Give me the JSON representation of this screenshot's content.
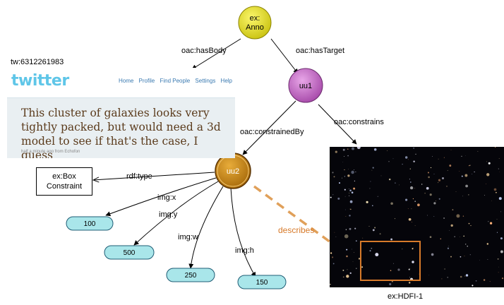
{
  "tweet": {
    "id_label": "tw:6312261983",
    "logo": "twitter",
    "nav": [
      "Home",
      "Profile",
      "Find People",
      "Settings",
      "Help"
    ],
    "text": "This cluster of galaxies looks very tightly packed, but would need a 3d model to see if that's the case, I guess",
    "meta": "half a minute ago from Echofon"
  },
  "nodes": {
    "anno": "ex:\nAnno",
    "uu1": "uu1",
    "uu2": "uu2",
    "box_constraint": "ex:Box\nConstraint",
    "x_value": "100",
    "y_value": "500",
    "w_value": "250",
    "h_value": "150"
  },
  "edges": {
    "has_body": "oac:hasBody",
    "has_target": "oac:hasTarget",
    "constrained_by": "oac:constrainedBy",
    "constrains": "oac:constrains",
    "rdf_type": "rdf:type",
    "img_x": "img:x",
    "img_y": "img:y",
    "img_w": "img:w",
    "img_h": "img:h",
    "describes": "describes"
  },
  "image_caption": "ex:HDFI-1",
  "colors": {
    "anno_fill": "#e6e021",
    "uu1_fill": "#c86bc8",
    "uu2_fill": "#c98a14",
    "value_fill": "#a9e6ea",
    "describes_color": "#e0a05a",
    "region_color": "#d77a2a"
  }
}
